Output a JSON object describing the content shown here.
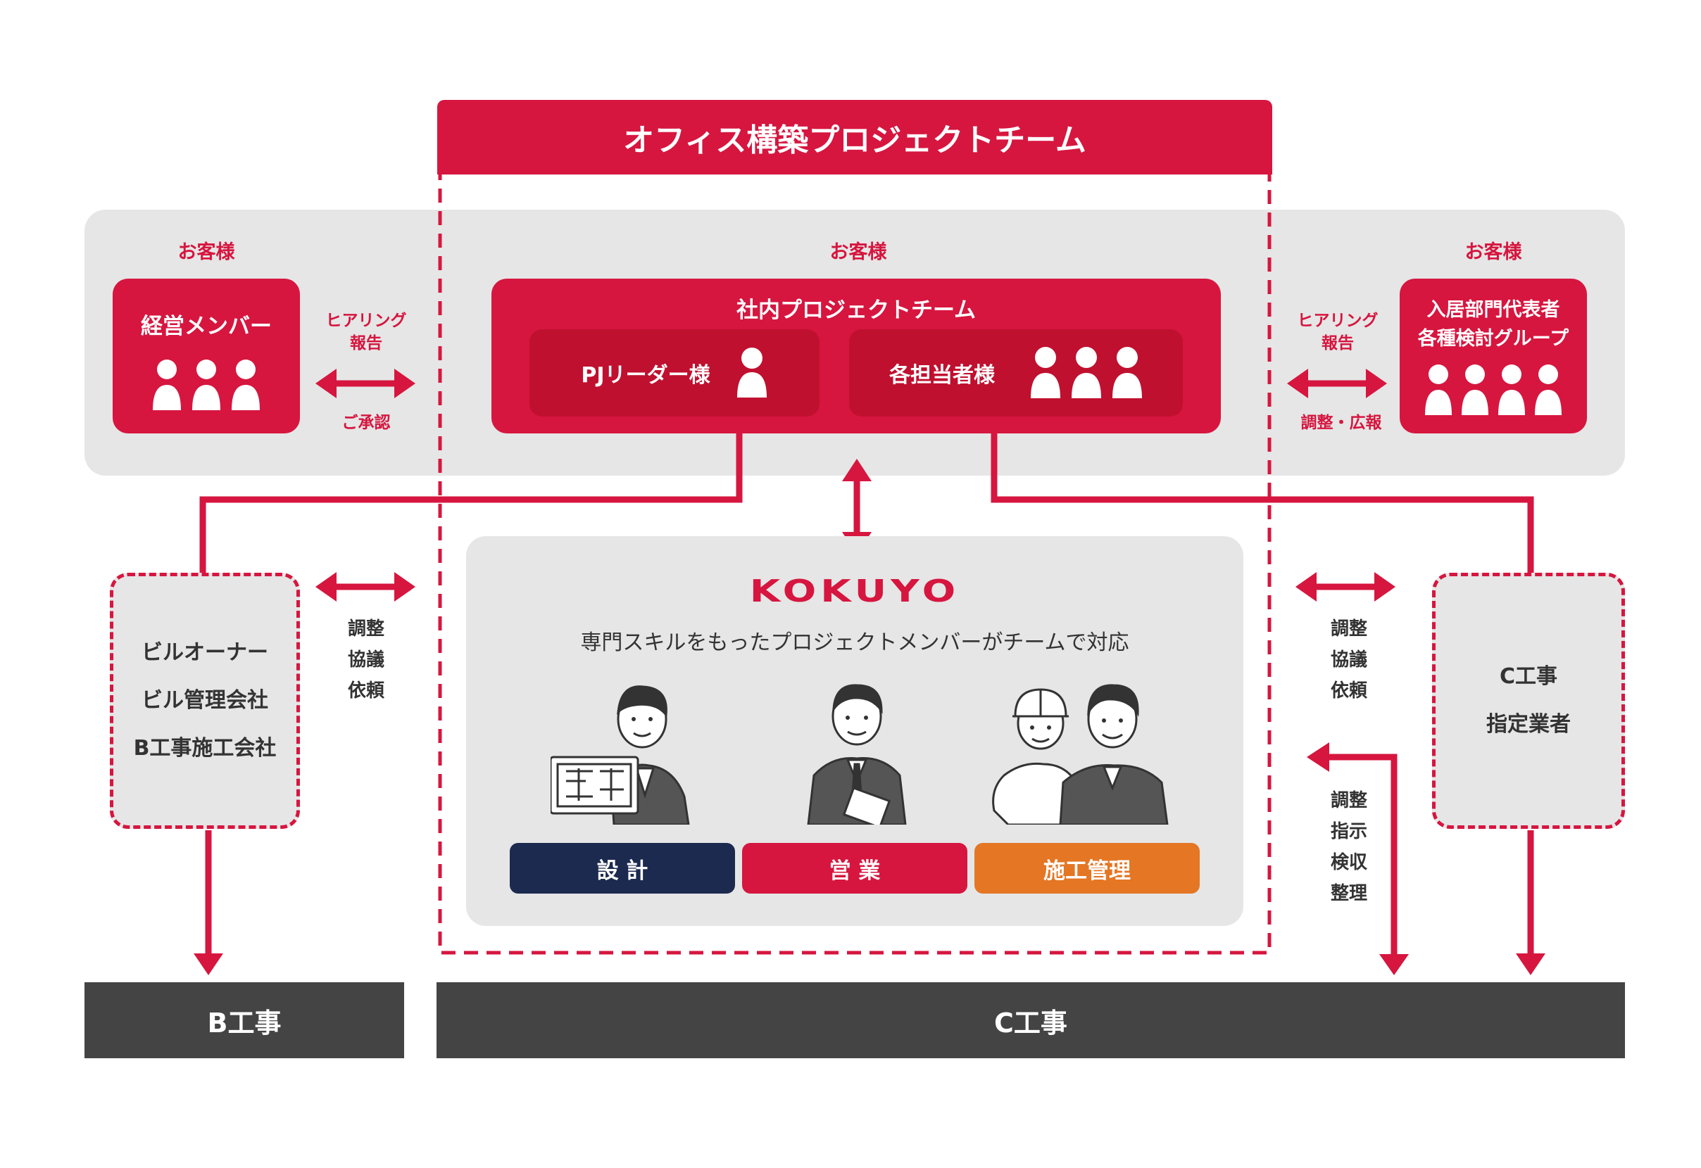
{
  "team_title": "オフィス構築プロジェクトチーム",
  "left_customer": {
    "label": "お客様",
    "box_title": "経営メンバー",
    "arrow_top": [
      "ヒアリング",
      "報告"
    ],
    "arrow_bottom": "ご承認"
  },
  "center_customer": {
    "label": "お客様",
    "box_title": "社内プロジェクトチーム",
    "pj_leader": "PJリーダー様",
    "staff": "各担当者様"
  },
  "right_customer": {
    "label": "お客様",
    "box_title": [
      "入居部門代表者",
      "各種検討グループ"
    ],
    "arrow_top": [
      "ヒアリング",
      "報告"
    ],
    "arrow_bottom": "調整・広報"
  },
  "left_party": {
    "lines": [
      "ビルオーナー",
      "ビル管理会社",
      "B工事施工会社"
    ],
    "arrow_labels": [
      "調整",
      "協議",
      "依頼"
    ]
  },
  "right_party": {
    "lines": [
      "C工事",
      "指定業者"
    ],
    "arrow_labels": [
      "調整",
      "協議",
      "依頼"
    ],
    "lower_labels": [
      "調整",
      "指示",
      "検収",
      "整理"
    ]
  },
  "kokuyo": {
    "logo": "KOKUYO",
    "subtitle": "専門スキルをもったプロジェクトメンバーがチームで対応",
    "roles": [
      {
        "label": "設 計",
        "color": "#1c2a4f"
      },
      {
        "label": "営 業",
        "color": "#d6163f"
      },
      {
        "label": "施工管理",
        "color": "#e47624"
      }
    ]
  },
  "bottom": {
    "b_work": "B工事",
    "c_work": "C工事"
  },
  "colors": {
    "accent": "#d6163f",
    "panel": "#e6e6e6",
    "dark_bar": "#444444"
  }
}
